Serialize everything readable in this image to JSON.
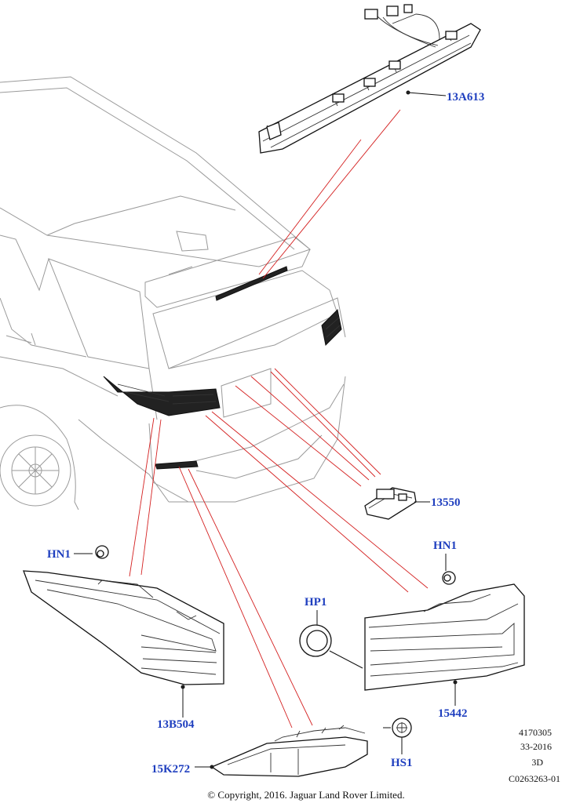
{
  "diagram": {
    "parts": [
      {
        "id": "13A613",
        "label": "13A613"
      },
      {
        "id": "13550",
        "label": "13550"
      },
      {
        "id": "HN1-left",
        "label": "HN1"
      },
      {
        "id": "HN1-right",
        "label": "HN1"
      },
      {
        "id": "HP1",
        "label": "HP1"
      },
      {
        "id": "13B504",
        "label": "13B504"
      },
      {
        "id": "15442",
        "label": "15442"
      },
      {
        "id": "15K272",
        "label": "15K272"
      },
      {
        "id": "HS1",
        "label": "HS1"
      }
    ],
    "meta": {
      "line1": "4170305",
      "line2": "33-2016",
      "line3": "3D",
      "line4": "C0263263-01"
    },
    "copyright": "© Copyright, 2016. Jaguar Land Rover Limited.",
    "colors": {
      "label": "#1f3fbf",
      "callout": "#d42020",
      "outline": "#111111",
      "vehicle": "#9a9a9a"
    }
  }
}
